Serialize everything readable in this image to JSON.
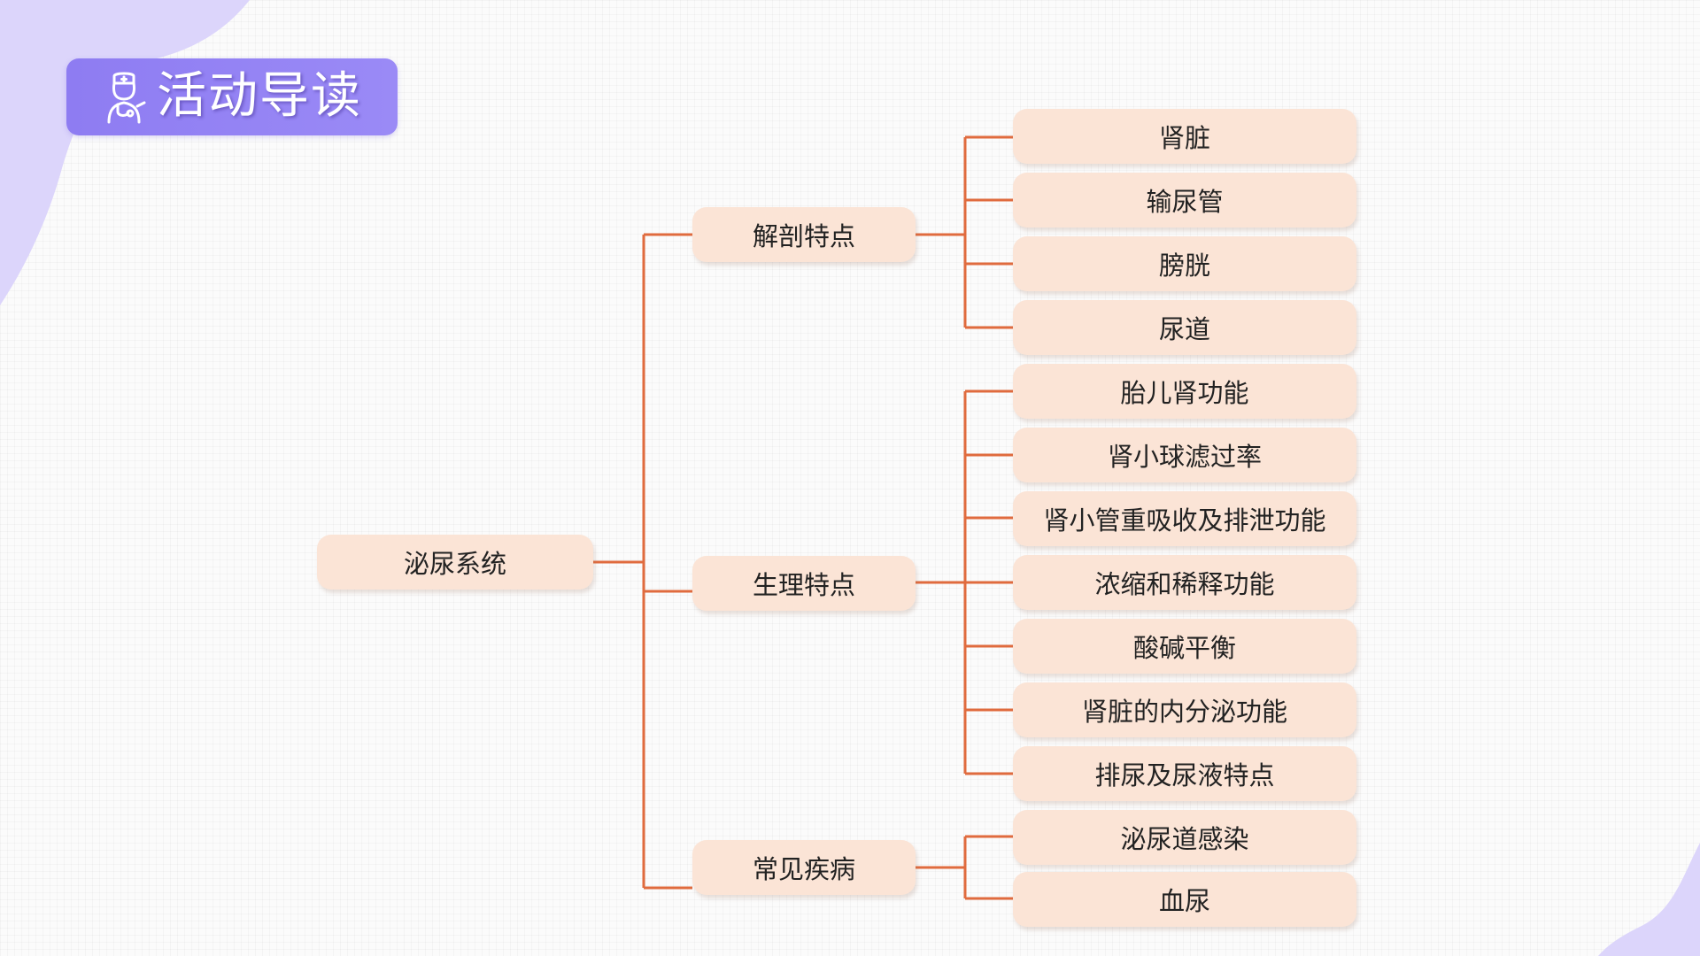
{
  "header": {
    "title": "活动导读",
    "icon": "nurse-doctor-icon"
  },
  "colors": {
    "accent_purple": "#8e7cf2",
    "blob_purple": "#d9d2fb",
    "node_fill": "#fbe4d6",
    "connector": "#e06b3e"
  },
  "mindmap": {
    "root": "泌尿系统",
    "branches": [
      {
        "label": "解剖特点",
        "children": [
          "肾脏",
          "输尿管",
          "膀胱",
          "尿道"
        ]
      },
      {
        "label": "生理特点",
        "children": [
          "胎儿肾功能",
          "肾小球滤过率",
          "肾小管重吸收及排泄功能",
          "浓缩和稀释功能",
          "酸碱平衡",
          "肾脏的内分泌功能",
          "排尿及尿液特点"
        ]
      },
      {
        "label": "常见疾病",
        "children": [
          "泌尿道感染",
          "血尿"
        ]
      }
    ]
  }
}
